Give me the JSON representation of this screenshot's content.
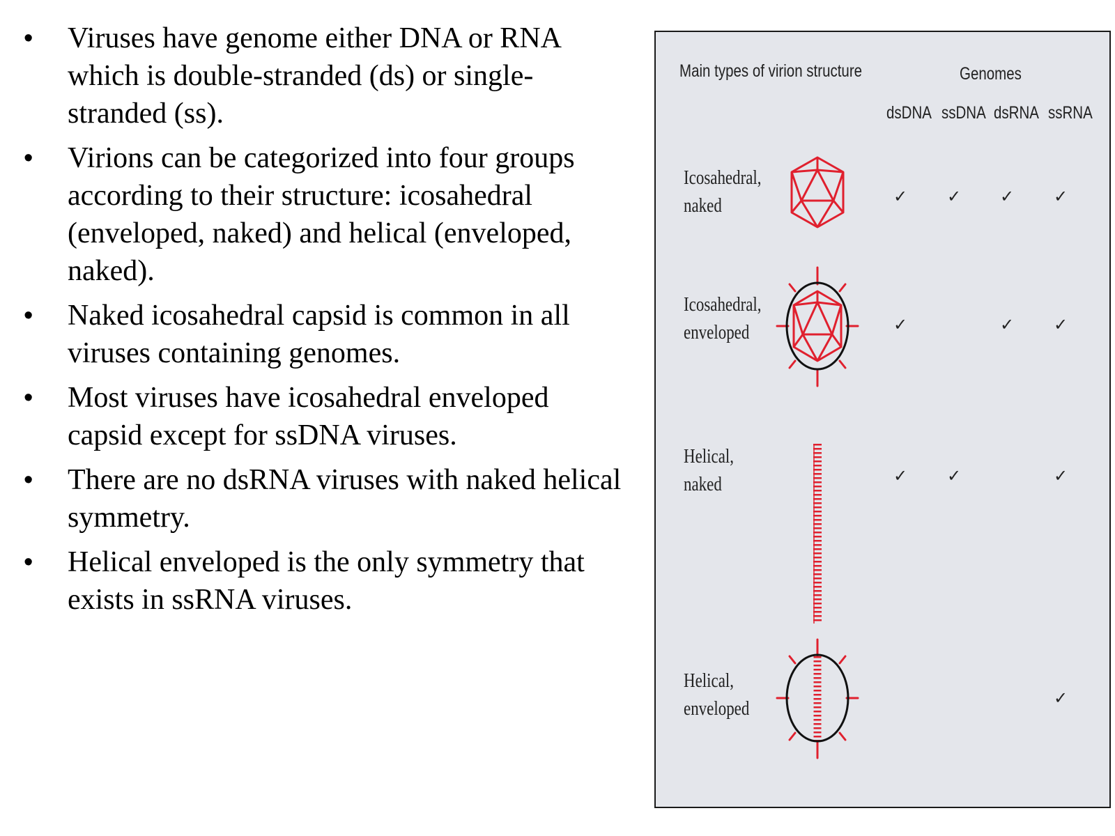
{
  "bullets": [
    "Viruses have genome either DNA or RNA which is double-stranded (ds) or single-stranded (ss).",
    "Virions can be categorized into four groups according to their structure: icosahedral (enveloped, naked) and helical (enveloped, naked).",
    "Naked icosahedral capsid is common in all viruses containing genomes.",
    "Most viruses have icosahedral enveloped capsid except for ssDNA viruses.",
    "There are no dsRNA viruses with naked helical symmetry.",
    "Helical enveloped is the only symmetry that exists in ssRNA viruses."
  ],
  "bullet_symbol": "•",
  "figure": {
    "heading": "Main types of virion structure",
    "genomes_heading": "Genomes",
    "columns": [
      "dsDNA",
      "ssDNA",
      "dsRNA",
      "ssRNA"
    ],
    "check_symbol": "✓",
    "rows": [
      {
        "label_line1": "Icosahedral,",
        "label_line2": "naked",
        "icon": "icosahedral-naked-icon",
        "checks": [
          true,
          true,
          true,
          true
        ]
      },
      {
        "label_line1": "Icosahedral,",
        "label_line2": "enveloped",
        "icon": "icosahedral-enveloped-icon",
        "checks": [
          true,
          false,
          true,
          true
        ]
      },
      {
        "label_line1": "Helical,",
        "label_line2": "naked",
        "icon": "helical-naked-icon",
        "checks": [
          true,
          true,
          false,
          true
        ]
      },
      {
        "label_line1": "Helical,",
        "label_line2": "enveloped",
        "icon": "helical-enveloped-icon",
        "checks": [
          false,
          false,
          false,
          true
        ]
      }
    ]
  },
  "colors": {
    "capsid_red": "#e0202e",
    "envelope_black": "#111111",
    "panel_background": "#e4e6eb"
  }
}
